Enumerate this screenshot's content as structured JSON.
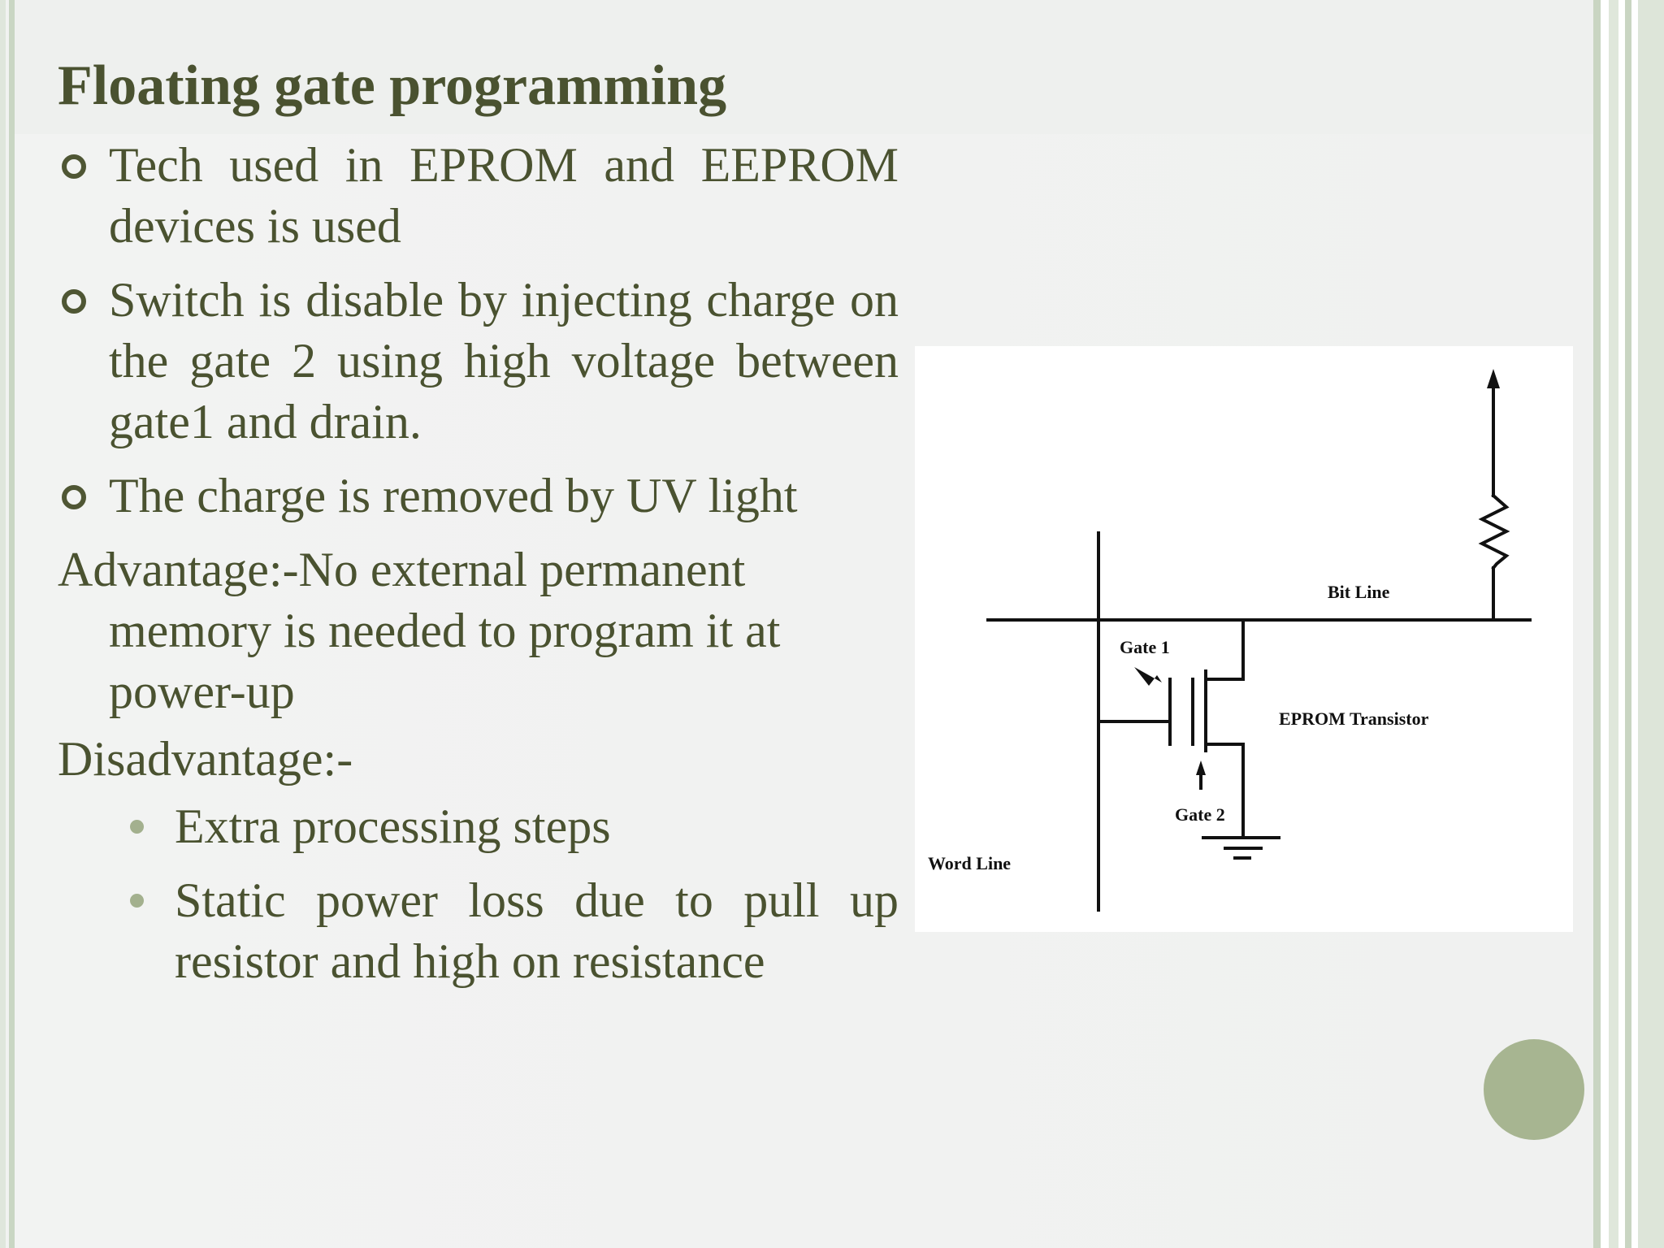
{
  "slide": {
    "title": "Floating gate programming",
    "bullets": [
      "Tech used in EPROM and EEPROM devices is used",
      "Switch is disable by injecting charge on the gate 2 using high voltage between gate1 and drain.",
      "The charge is removed by UV light"
    ],
    "advantage": "Advantage:-No external permanent memory is needed to program it at power-up",
    "disadvantage_heading": "Disadvantage:-",
    "disadvantages": [
      "Extra processing steps",
      "Static power loss due to pull up resistor and high on resistance"
    ]
  },
  "figure": {
    "labels": {
      "bit_line": "Bit Line",
      "gate1": "Gate 1",
      "eprom_transistor": "EPROM Transistor",
      "gate2": "Gate 2",
      "word_line": "Word Line"
    }
  },
  "colors": {
    "text": "#4a5230",
    "accent": "#a7b591"
  }
}
